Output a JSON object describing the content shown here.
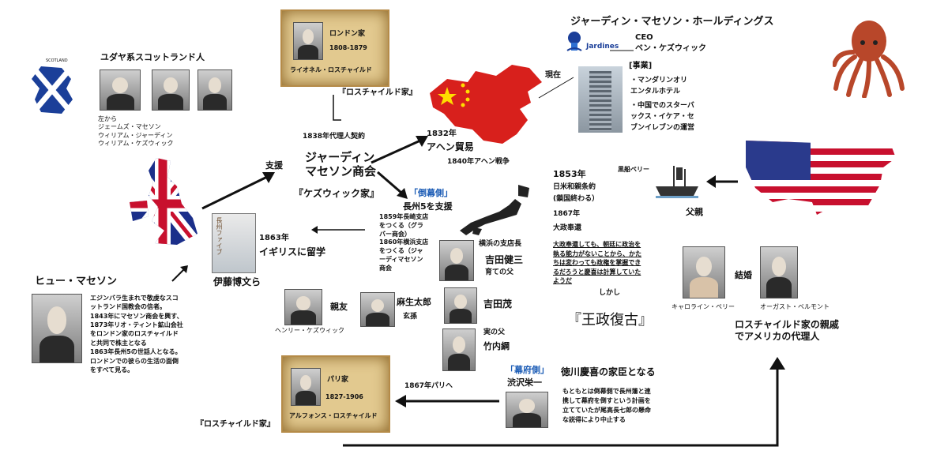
{
  "scotland": {
    "flag_caption": "SCOTLAND",
    "title": "ユダヤ系スコットランド人",
    "caption_lines": [
      "左から",
      "ジェームズ・マセソン",
      "ウィリアム・ジャーディン",
      "ウィリアム・ケズウィック"
    ]
  },
  "london": {
    "family": "ロンドン家",
    "years": "1808-1879",
    "name": "ライオネル・ロスチャイルド",
    "label": "『ロスチャイルド家』"
  },
  "jardine": {
    "contract": "1838年代理人契約",
    "name_line1": "ジャーディン",
    "name_line2": "マセソン商会",
    "keswick": "『ケズウィック家』",
    "support": "支援"
  },
  "china": {
    "year": "1832年",
    "trade": "アヘン貿易",
    "war": "1840年アヘン戦争"
  },
  "holdings": {
    "title": "ジャーディン・マセソン・ホールディングス",
    "logo": "Jardines",
    "now": "現在",
    "ceo_label": "CEO",
    "ceo_name": "ベン・ケズウィック",
    "business_title": "[事業]",
    "business": [
      "・マンダリンオリ",
      "エンタルホテル",
      "・中国でのスターバ",
      "ックス・イケア・セ",
      "ブンイレブンの運営"
    ]
  },
  "bakufu": {
    "side": "「倒幕側」",
    "support": "長州5を支援",
    "notes": [
      "1859年長崎支店",
      "をつくる（グラ",
      "バー商会）",
      "1860年横浜支店",
      "をつくる（ジャ",
      "ーディマセソン",
      "商会"
    ]
  },
  "ito": {
    "year": "1863年",
    "text": "イギリスに留学",
    "name": "伊藤博文ら",
    "book": "長州ファイブ"
  },
  "hugh": {
    "name": "ヒュー・マセソン",
    "bio": [
      "エジンバラ生まれで敬虔なスコ",
      "ットランド国教会の信者。",
      "1843年にマセソン商会を興す、",
      "1873年リオ・ティント鉱山会社",
      "をロンドン家のロスチャイルド",
      "と共同で株主となる",
      "1863年長州5の世話人となる。",
      "ロンドンでの彼らの生活の面倒",
      "をすべて見る。"
    ]
  },
  "people": {
    "friend": "親友",
    "henry": "ヘンリー・ケズウィック",
    "aso": "麻生太郎",
    "grandson": "玄孫",
    "yokohama": "横浜の支店長",
    "yoshida_kenzo": "吉田健三",
    "foster": "育ての父",
    "yoshida_shigeru": "吉田茂",
    "real_father": "実の父",
    "takeuchi": "竹内綱"
  },
  "japan": {
    "y1853": "1853年",
    "treaty": "日米和親条約",
    "sakoku": "(鎖国終わる）",
    "y1867": "1867年",
    "taisei": "大政奉還",
    "note": [
      "大政奉還しても、朝廷に政治を",
      "執る能力がないことから、かた",
      "ちは変わっても政権を掌握でき",
      "るだろうと慶喜は計算していた",
      "ようだ"
    ],
    "however": "しかし",
    "restoration": "『王政復古』"
  },
  "usa": {
    "perry": "黒船ペリー",
    "father": "父親",
    "marriage": "結婚",
    "caroline": "キャロライン・ペリー",
    "august": "オーガスト・ベルモント",
    "agent_line1": "ロスチャイルド家の親戚",
    "agent_line2": "でアメリカの代理人"
  },
  "paris": {
    "family": "パリ家",
    "years": "1827-1906",
    "name": "アルフォンス・ロスチャイルド",
    "label": "『ロスチャイルド家』",
    "arrow": "1867年パリへ"
  },
  "shibusawa": {
    "side": "「幕府側」",
    "name": "渋沢栄一",
    "title": "徳川慶喜の家臣となる",
    "desc": [
      "もともとは倒幕側で長州藩と連",
      "携して幕府を倒すという計画を",
      "立てていたが尾高長七郎の懸命",
      "な説得により中止する"
    ]
  },
  "colors": {
    "blue": "#1a5bb5",
    "parchment": "#e2c98f",
    "china_red": "#d8201c",
    "usa_red": "#c8102e",
    "usa_blue": "#2a3a8c"
  }
}
